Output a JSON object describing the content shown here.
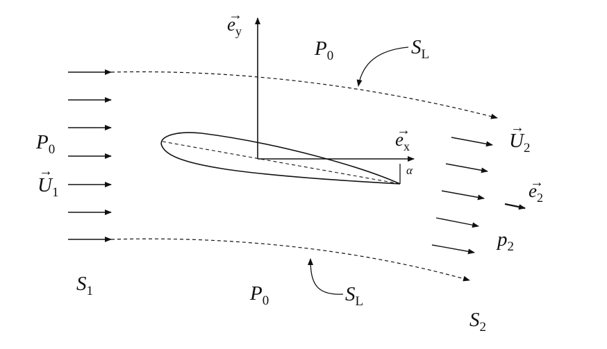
{
  "labels": {
    "ey": {
      "base": "e",
      "sub": "y"
    },
    "ex": {
      "base": "e",
      "sub": "x"
    },
    "p0_top": {
      "base": "P",
      "sub": "0"
    },
    "p0_left": {
      "base": "P",
      "sub": "0"
    },
    "p0_bottom": {
      "base": "P",
      "sub": "0"
    },
    "sl_top": {
      "base": "S",
      "sub": "L"
    },
    "sl_bottom": {
      "base": "S",
      "sub": "L"
    },
    "u1": {
      "base": "U",
      "sub": "1"
    },
    "u2": {
      "base": "U",
      "sub": "2"
    },
    "e2": {
      "base": "e",
      "sub": "2"
    },
    "p2": {
      "base": "p",
      "sub": "2"
    },
    "s1": {
      "base": "S",
      "sub": "1"
    },
    "s2": {
      "base": "S",
      "sub": "2"
    },
    "alpha": "α"
  },
  "vector_glyph": "→"
}
